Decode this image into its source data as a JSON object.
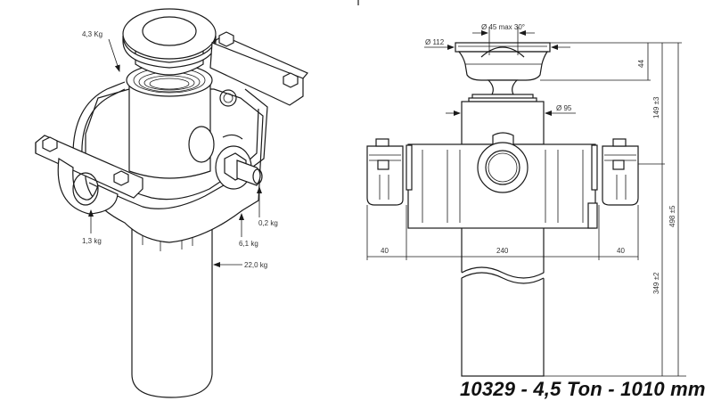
{
  "title": "10329 - 4,5 Ton - 1010 mm",
  "iso_view": {
    "weights": [
      {
        "id": "top_bracket",
        "label": "4,3 Kg"
      },
      {
        "id": "left_bracket",
        "label": "1,3 kg"
      },
      {
        "id": "fitting",
        "label": "0,2 kg"
      },
      {
        "id": "frame",
        "label": "6,1 kg"
      },
      {
        "id": "cylinder",
        "label": "22,0 kg"
      }
    ]
  },
  "front_view": {
    "dimensions": {
      "head_dia": "Ø 112",
      "ball_dia": "Ø 45  max 30°",
      "tube_dia": "Ø 95",
      "head_height": "44",
      "top_height": "149 ±3",
      "total_height": "498 ±5",
      "lower_height": "349 ±2",
      "left_width": "40",
      "center_width": "240",
      "right_width": "40"
    }
  }
}
